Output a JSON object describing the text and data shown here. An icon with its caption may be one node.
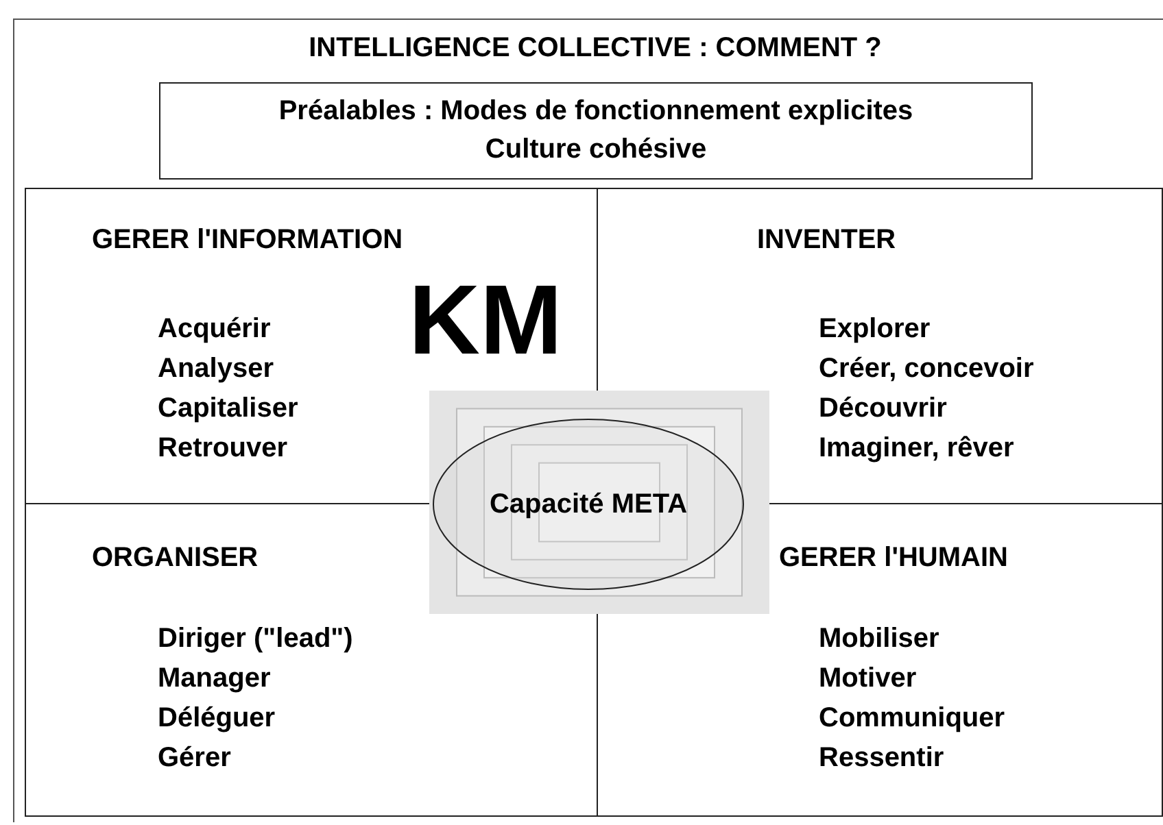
{
  "diagram": {
    "title": "INTELLIGENCE COLLECTIVE : COMMENT ?",
    "nodes": [
      {
        "text": [
          "Préalables : Modes de fonctionnement explicites",
          "Culture cohésive"
        ]
      },
      {
        "text": [
          "GERER l'INFORMATION",
          "Acquérir",
          "Analyser",
          "Capitaliser",
          "Retrouver"
        ]
      },
      {
        "text": [
          "INVENTER",
          "Explorer",
          "Créer, concevoir",
          "Découvrir",
          "Imaginer, rêver"
        ]
      },
      {
        "text": [
          "ORGANISER",
          "Diriger (\"lead\")",
          "Manager",
          "Déléguer",
          "Gérer"
        ]
      },
      {
        "text": [
          "GERER l'HUMAIN",
          "Mobiliser",
          "Motiver",
          "Communiquer",
          "Ressentir"
        ]
      },
      {
        "text": [
          "Capacité META"
        ]
      }
    ],
    "edges": [],
    "labels": [
      "KM"
    ]
  }
}
